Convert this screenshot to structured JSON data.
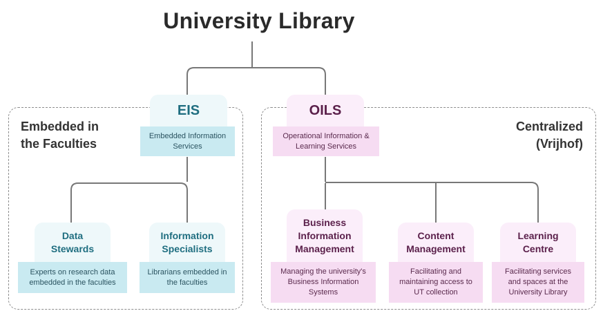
{
  "title": "University Library",
  "regions": {
    "left_label": "Embedded in the Faculties",
    "right_label": "Centralized (Vrijhof)"
  },
  "eis": {
    "name": "EIS",
    "description": "Embedded Information Services",
    "children": [
      {
        "name": "Data Stewards",
        "description": "Experts on research data embedded in the faculties"
      },
      {
        "name": "Information Specialists",
        "description": "Librarians embedded in the faculties"
      }
    ]
  },
  "oils": {
    "name": "OILS",
    "description": "Operational Information & Learning Services",
    "children": [
      {
        "name": "Business Information Management",
        "description": "Managing the university's Business Information Systems"
      },
      {
        "name": "Content Management",
        "description": "Facilitating and maintaining access to UT collection"
      },
      {
        "name": "Learning Centre",
        "description": "Facilitating services and spaces at the University Library"
      }
    ]
  },
  "colors": {
    "eis_accent": "#1f6e80",
    "oils_accent": "#5a1f4a",
    "eis_fill": "#c9eaf1",
    "oils_fill": "#f6dcf2",
    "connector": "#777777"
  }
}
